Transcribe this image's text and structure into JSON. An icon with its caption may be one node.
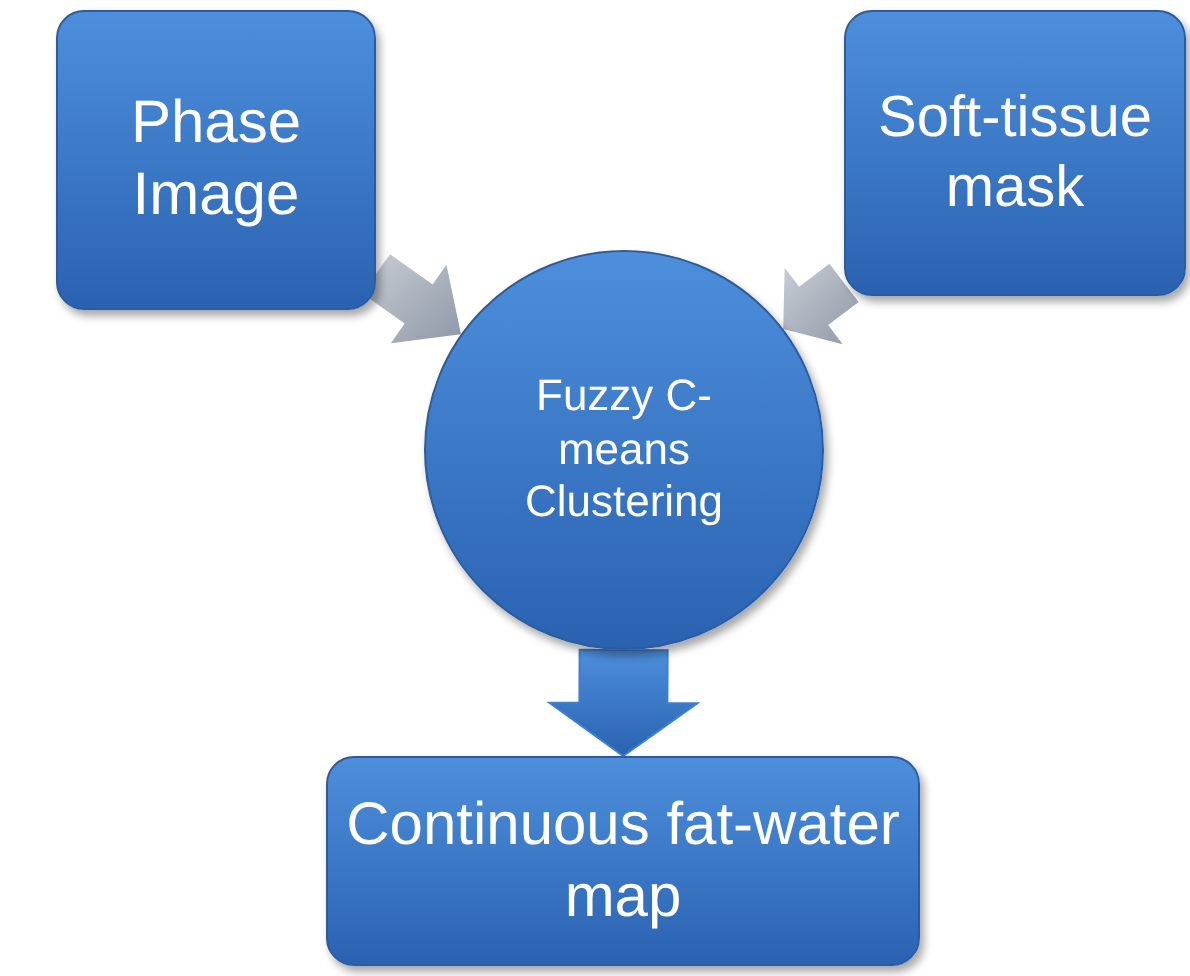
{
  "diagram": {
    "nodes": [
      {
        "text": [
          "Phase Image"
        ]
      },
      {
        "text": [
          "Soft-tissue mask"
        ]
      },
      {
        "text": [
          "Fuzzy C-means Clustering"
        ]
      },
      {
        "text": [
          "Continuous fat-water map"
        ]
      }
    ],
    "edges": [
      {
        "from": 0,
        "to": 2,
        "arrow": "to"
      },
      {
        "from": 1,
        "to": 2,
        "arrow": "to"
      },
      {
        "from": 2,
        "to": 3,
        "arrow": "to",
        "color": "#3f7fd0"
      }
    ]
  }
}
